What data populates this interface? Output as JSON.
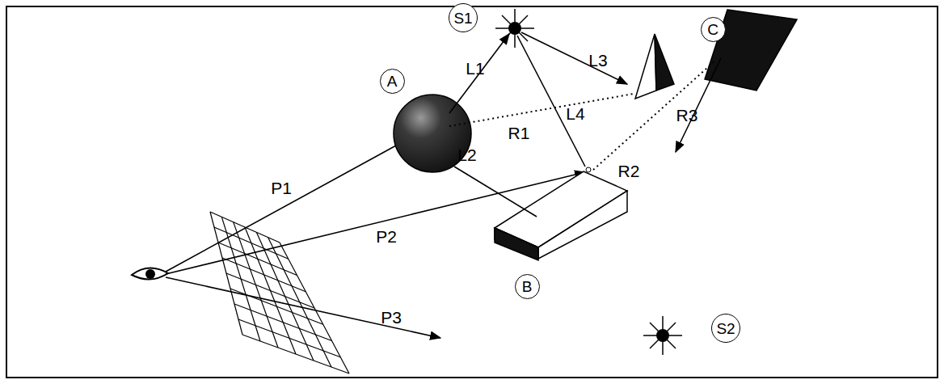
{
  "diagram": {
    "nodes": [
      {
        "text": [
          "S1"
        ]
      },
      {
        "text": [
          "C"
        ]
      },
      {
        "text": [
          "A"
        ]
      },
      {
        "text": [
          "B"
        ]
      },
      {
        "text": [
          "S2"
        ]
      }
    ],
    "labels": [
      "L1",
      "L3",
      "R1",
      "L4",
      "L2",
      "R2",
      "R3",
      "P1",
      "P2",
      "P3"
    ]
  }
}
